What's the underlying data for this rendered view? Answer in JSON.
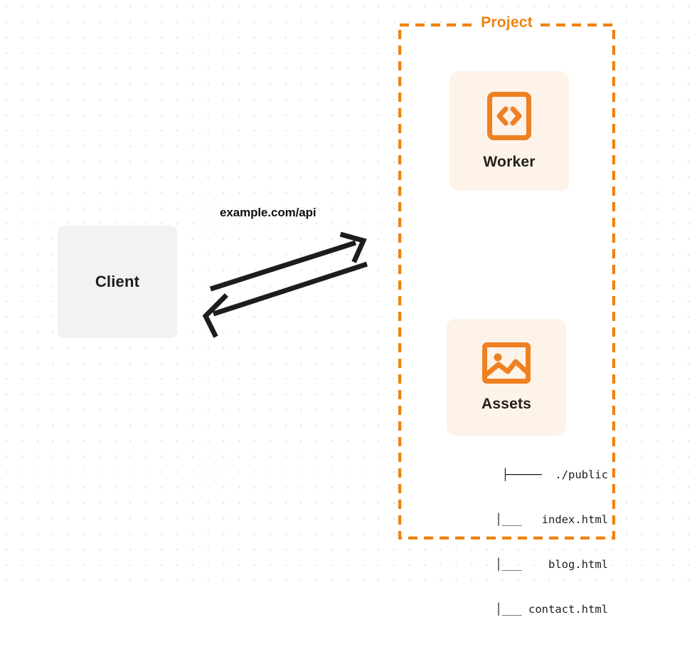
{
  "diagram": {
    "title_hidden": "Client to Project worker and assets request flow",
    "background": {
      "dot_color": "#e9e9ec",
      "page_color": "#ffffff"
    },
    "client": {
      "label": "Client",
      "fill": "#f2f2f4"
    },
    "connection": {
      "label": "example.com/api",
      "stroke": "#1d1d1d",
      "request_direction": "client-to-project",
      "response_direction": "project-to-client"
    },
    "project": {
      "title": "Project",
      "border_color": "#f0820f",
      "border_style": "dashed",
      "cards": [
        {
          "label": "Worker",
          "icon": "code-brackets-icon",
          "fill": "#fdf3e9",
          "icon_color": "#ef8022"
        },
        {
          "label": "Assets",
          "icon": "image-photo-icon",
          "fill": "#fdf3e9",
          "icon_color": "#ef8022"
        }
      ],
      "file_tree": [
        "├─────  ./public",
        "      │___   index.html",
        "      │___    blog.html",
        "      │___ contact.html"
      ]
    }
  }
}
